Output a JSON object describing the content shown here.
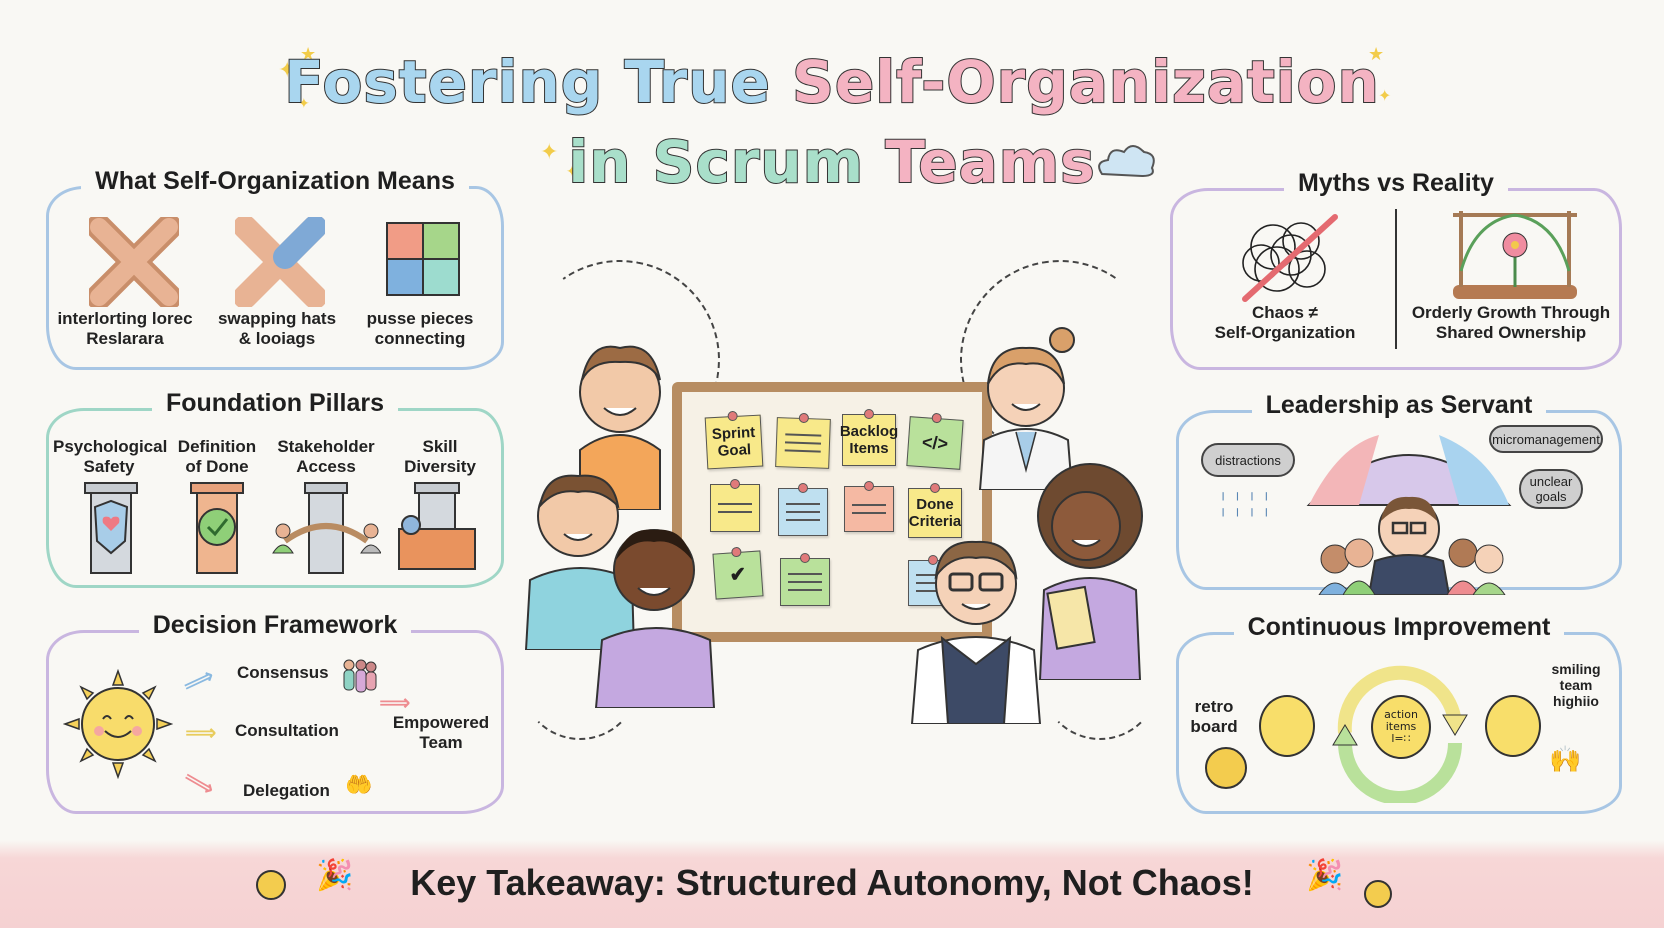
{
  "title": {
    "line1_part1": "Fostering True",
    "line1_part2": "Self-Organization",
    "line2_part1": "in Scrum",
    "line2_part2": "Teams"
  },
  "panels": {
    "meaning": {
      "title": "What Self-Organization Means",
      "items": [
        {
          "icon": "interlocking-hands-icon",
          "label_line1": "interlorting lorec",
          "label_line2": "Reslarara"
        },
        {
          "icon": "swapping-hands-icon",
          "label_line1": "swapping hats",
          "label_line2": "& looiags"
        },
        {
          "icon": "puzzle-pieces-icon",
          "label_line1": "pusse pieces",
          "label_line2": "connecting"
        }
      ]
    },
    "pillars": {
      "title": "Foundation Pillars",
      "items": [
        {
          "icon": "shield-heart-pillar-icon",
          "label_line1": "Psychological",
          "label_line2": "Safety"
        },
        {
          "icon": "checkmark-badge-pillar-icon",
          "label_line1": "Definition",
          "label_line2": "of Done"
        },
        {
          "icon": "bridge-pillar-icon",
          "label_line1": "Stakeholder",
          "label_line2": "Access"
        },
        {
          "icon": "toolbox-pillar-icon",
          "label_line1": "Skill",
          "label_line2": "Diversity"
        }
      ]
    },
    "decision": {
      "title": "Decision Framework",
      "options": [
        "Consensus",
        "Consultation",
        "Delegation"
      ],
      "result_line1": "Empowered",
      "result_line2": "Team"
    },
    "myths": {
      "title": "Myths vs Reality",
      "myth_line1": "Chaos ≠",
      "myth_line2": "Self-Organization",
      "reality_line1": "Orderly Growth Through",
      "reality_line2": "Shared Ownership"
    },
    "leadership": {
      "title": "Leadership as Servant",
      "clouds": [
        "distractions",
        "micromanagement",
        "unclear goals"
      ]
    },
    "improvement": {
      "title": "Continuous Improvement",
      "left_label_line1": "retro",
      "left_label_line2": "board",
      "center_bulb_line1": "action",
      "center_bulb_line2": "items",
      "center_bulb_line3": "l=∷",
      "right_label_line1": "smiling",
      "right_label_line2": "team",
      "right_label_line3": "highiio"
    }
  },
  "whiteboard": {
    "notes": [
      {
        "text": "Sprint Goal",
        "color": "#f8e98a"
      },
      {
        "text": "",
        "color": "#f8e98a"
      },
      {
        "text": "Backlog Items",
        "color": "#f8e98a"
      },
      {
        "text": "</>",
        "color": "#b9e19b"
      },
      {
        "text": "",
        "color": "#f8e98a"
      },
      {
        "text": "",
        "color": "#bfe0f0"
      },
      {
        "text": "",
        "color": "#f5b9a3"
      },
      {
        "text": "Done Criteria",
        "color": "#f8e98a"
      },
      {
        "text": "✔",
        "color": "#b9e19b"
      },
      {
        "text": "",
        "color": "#b9e19b"
      },
      {
        "text": "",
        "color": "#bfe0f0"
      }
    ]
  },
  "banner": {
    "text": "Key Takeaway: Structured Autonomy, Not Chaos!"
  },
  "colors": {
    "background": "#f9f8f4",
    "title_blue": "#a9d6ef",
    "title_pink": "#f4b3c2",
    "title_mint": "#a9dfca",
    "panel_blue": "#a8c6e4",
    "panel_teal": "#9fd6c6",
    "panel_purple": "#c9b6e0",
    "banner_pink": "#f5d1d2"
  }
}
